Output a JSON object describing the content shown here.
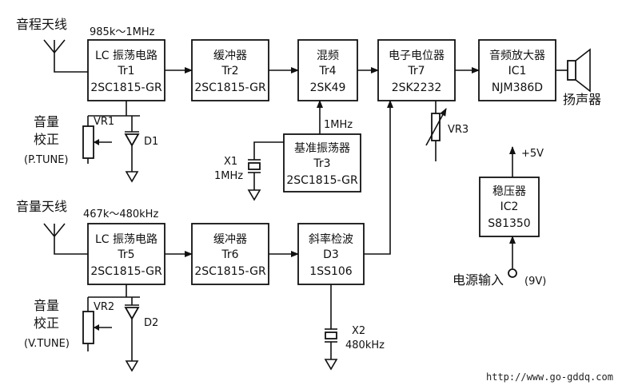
{
  "antennas": {
    "pitch": {
      "label": "音程天线",
      "freq": "985k～1MHz"
    },
    "volume": {
      "label": "音量天线",
      "freq": "467k～480kHz"
    }
  },
  "blocks": {
    "osc1": {
      "title": "LC 振荡电路",
      "ref": "Tr1",
      "part": "2SC1815-GR"
    },
    "buf1": {
      "title": "缓冲器",
      "ref": "Tr2",
      "part": "2SC1815-GR"
    },
    "mix": {
      "title": "混频",
      "ref": "Tr4",
      "part": "2SK49"
    },
    "pot": {
      "title": "电子电位器",
      "ref": "Tr7",
      "part": "2SK2232"
    },
    "amp": {
      "title": "音频放大器",
      "ref": "IC1",
      "part": "NJM386D"
    },
    "ref_osc": {
      "title": "基准振荡器",
      "ref": "Tr3",
      "part": "2SC1815-GR"
    },
    "reg": {
      "title": "稳压器",
      "ref": "IC2",
      "part": "S81350"
    },
    "osc2": {
      "title": "LC 振荡电路",
      "ref": "Tr5",
      "part": "2SC1815-GR"
    },
    "buf2": {
      "title": "缓冲器",
      "ref": "Tr6",
      "part": "2SC1815-GR"
    },
    "det": {
      "title": "斜率检波",
      "ref": "D3",
      "part": "1SS106"
    }
  },
  "labels": {
    "speaker": "扬声器",
    "ref_freq": "1MHz",
    "vr3": "VR3",
    "plus5v": "+5V",
    "power_in": "电源输入",
    "power_v": "(9V)",
    "x1_ref": "X1",
    "x1_freq": "1MHz",
    "x2_ref": "X2",
    "x2_freq": "480kHz",
    "tune1_l1": "音量",
    "tune1_l2": "校正",
    "tune1_l3": "(P.TUNE)",
    "vr1": "VR1",
    "d1": "D1",
    "tune2_l1": "音量",
    "tune2_l2": "校正",
    "tune2_l3": "(V.TUNE)",
    "vr2": "VR2",
    "d2": "D2"
  },
  "watermark": "http://www.go-gddq.com"
}
